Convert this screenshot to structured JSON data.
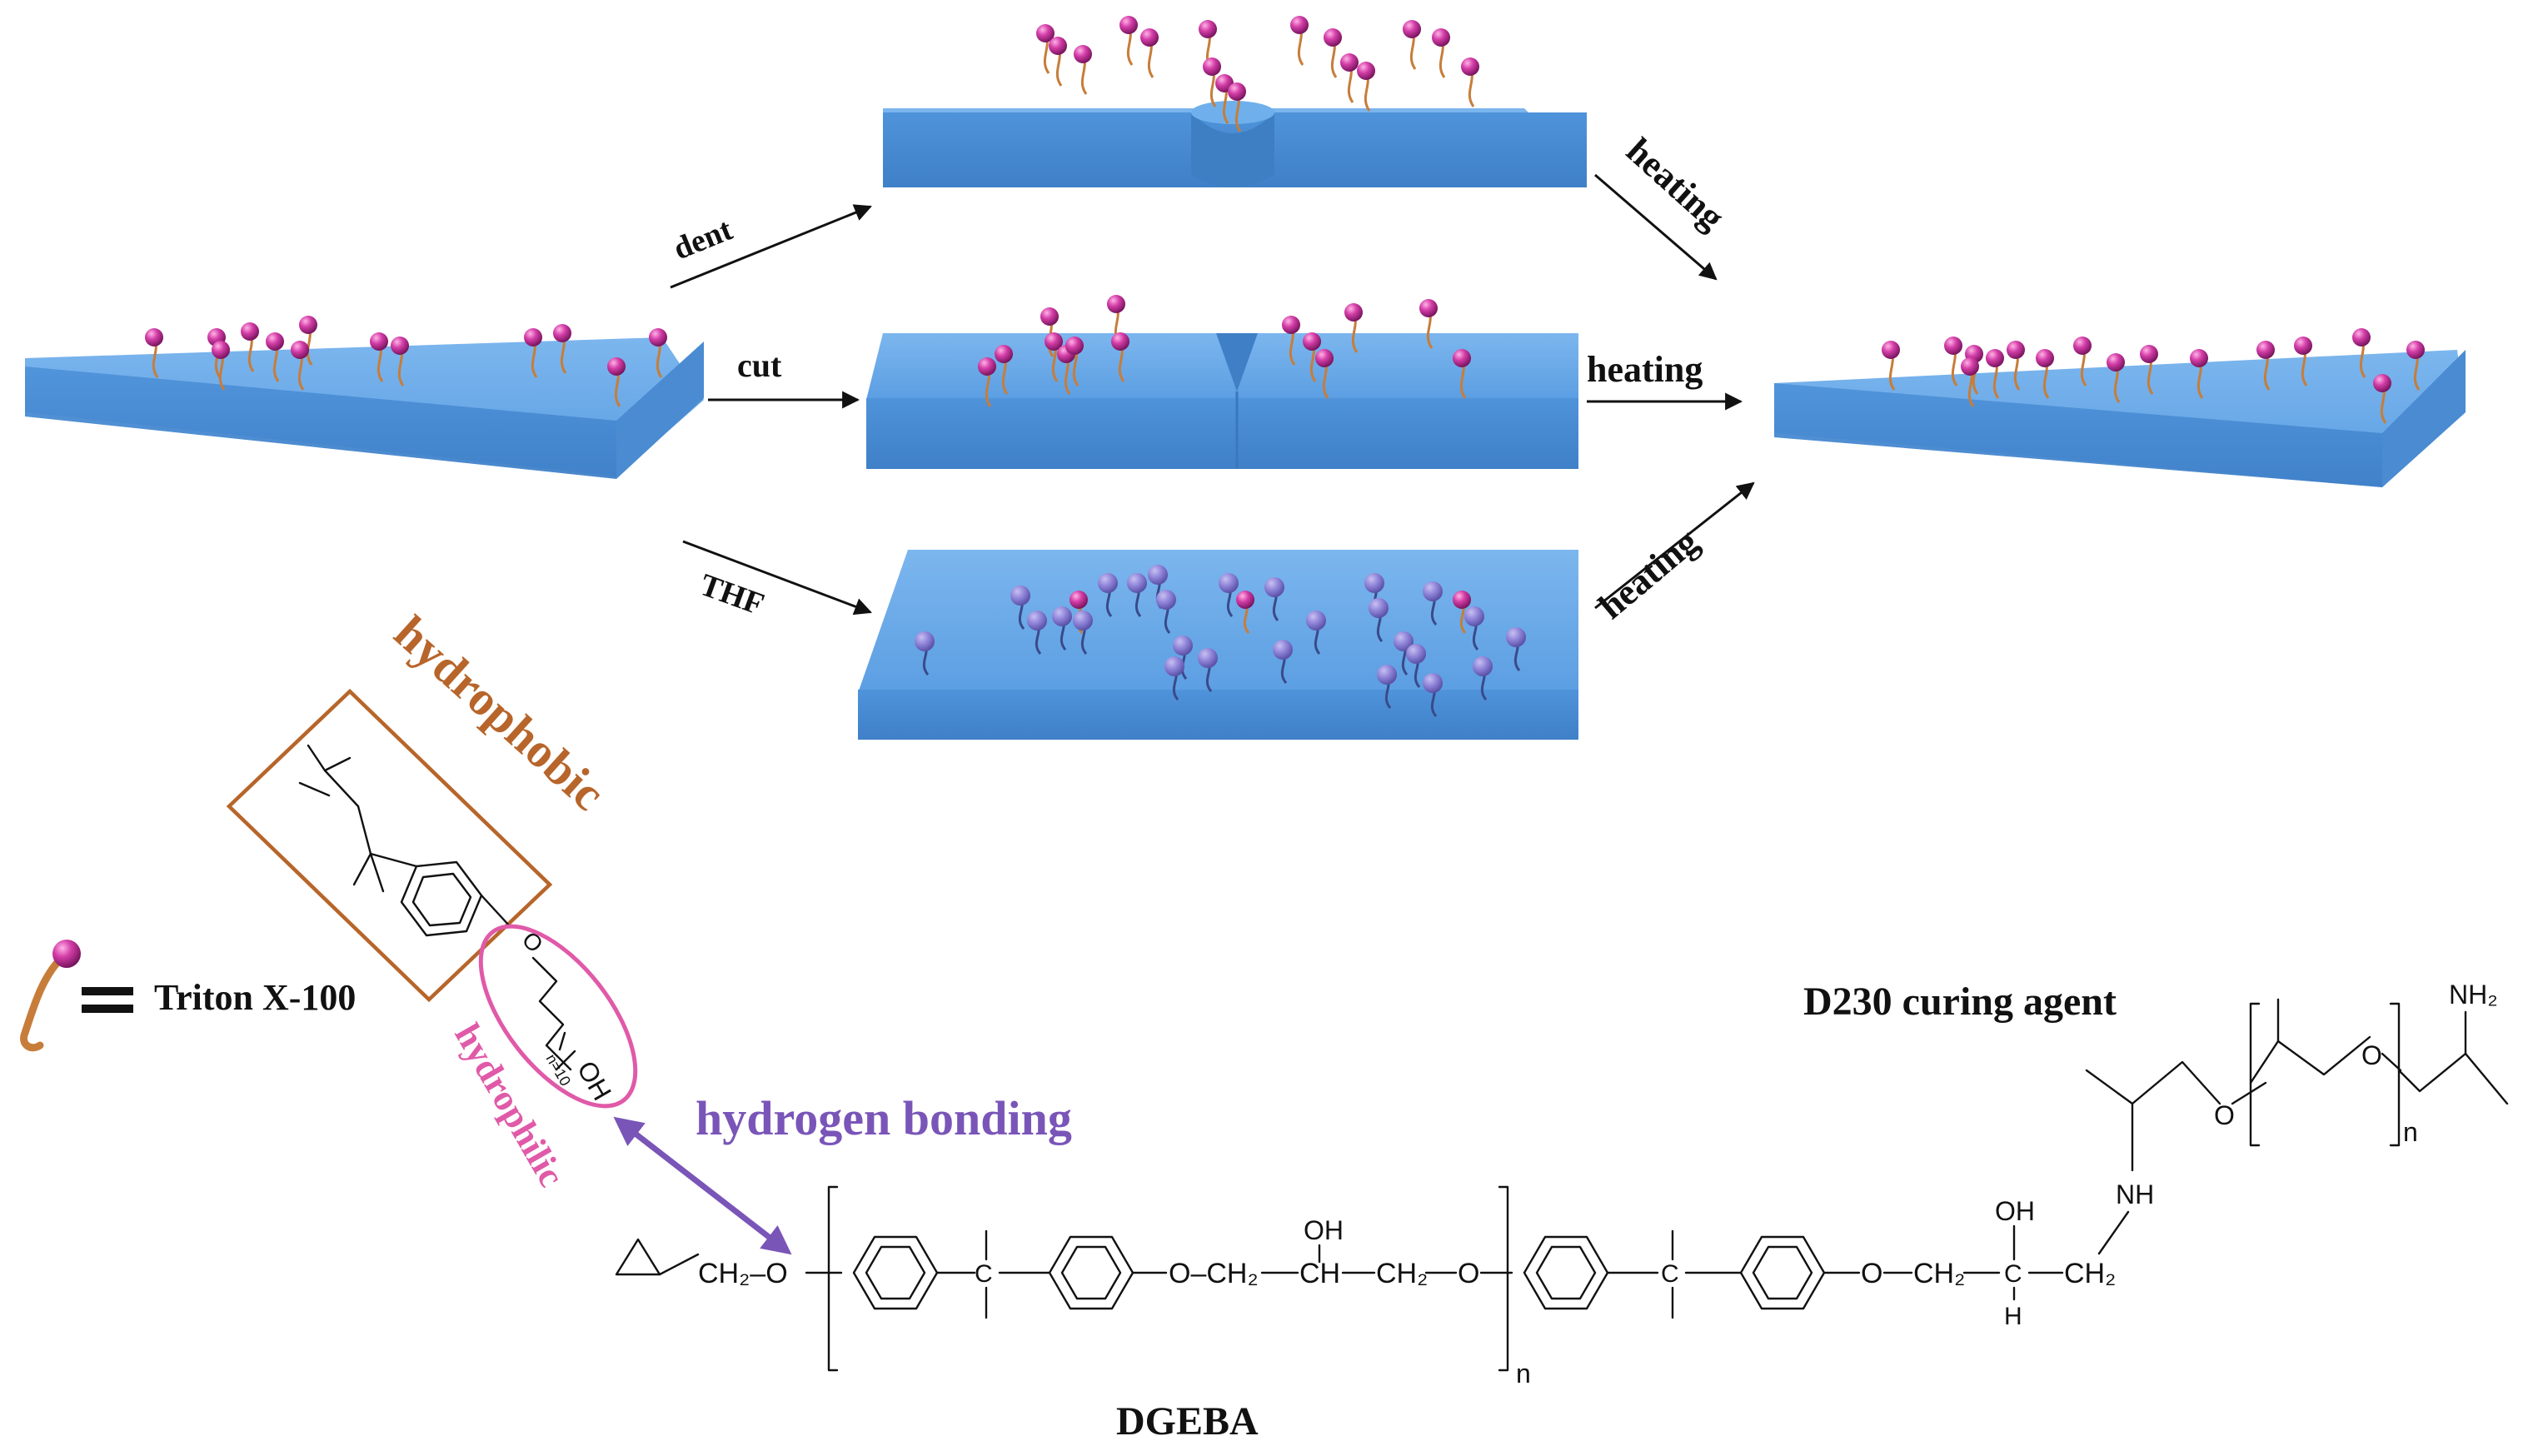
{
  "process": {
    "dent": "dent",
    "cut": "cut",
    "thf": "THF",
    "heating_top": "heating",
    "heating_middle": "heating",
    "heating_bottom": "heating"
  },
  "legend": {
    "equals": "=",
    "surfactant": "Triton X-100"
  },
  "triton": {
    "hydrophobic": "hydrophobic",
    "hydrophilic": "hydrophilic",
    "ether_o": "O",
    "hydroxyl": "OH",
    "repeat": "n=10"
  },
  "interaction": {
    "label": "hydrogen bonding"
  },
  "dgeba": {
    "name": "DGEBA",
    "ch2_o": "CH₂–O",
    "o_ch2": "O–CH₂",
    "ch": "CH",
    "ch2_tail": "CH₂",
    "o_close": "O",
    "oh": "OH",
    "c": "C",
    "n": "n",
    "o_end": "O",
    "ch2_end1": "CH₂",
    "oh_end": "OH",
    "h_end": "H",
    "ch2_end2": "CH₂"
  },
  "d230": {
    "name": "D230 curing agent",
    "nh": "NH",
    "nh2": "NH₂",
    "o1": "O",
    "o2": "O",
    "n": "n"
  },
  "colors": {
    "slab_top": "#6aa8e6",
    "slab_front": "#4b8ed6",
    "sphere": "#d43ea8",
    "sphere_submerged": "#8f84d8",
    "tail": "#c77d3a",
    "hydrophobic": "#b7652a",
    "hydrophilic": "#e05aa8",
    "h_bond": "#7a55b8"
  }
}
